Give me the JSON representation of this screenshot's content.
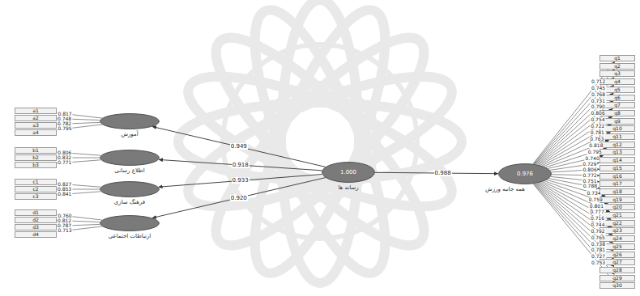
{
  "diagram": {
    "nodes": [
      {
        "text": [
          "آموزش"
        ]
      },
      {
        "text": [
          "اطلاع رسانی"
        ]
      },
      {
        "text": [
          "فرهنگ سازی"
        ]
      },
      {
        "text": [
          "ارتباطات اجتماعی"
        ]
      },
      {
        "text": [
          "1.000",
          "رسانه ها"
        ]
      },
      {
        "text": [
          "0.976",
          "همه جانبه ورزش"
        ]
      },
      {
        "text": [
          "a1"
        ]
      },
      {
        "text": [
          "a2"
        ]
      },
      {
        "text": [
          "a3"
        ]
      },
      {
        "text": [
          "a4"
        ]
      },
      {
        "text": [
          "b1"
        ]
      },
      {
        "text": [
          "b2"
        ]
      },
      {
        "text": [
          "b3"
        ]
      },
      {
        "text": [
          "c1"
        ]
      },
      {
        "text": [
          "c2"
        ]
      },
      {
        "text": [
          "c3"
        ]
      },
      {
        "text": [
          "d1"
        ]
      },
      {
        "text": [
          "d2"
        ]
      },
      {
        "text": [
          "d3"
        ]
      },
      {
        "text": [
          "d4"
        ]
      },
      {
        "text": [
          "q1"
        ]
      },
      {
        "text": [
          "q2"
        ]
      },
      {
        "text": [
          "q3"
        ]
      },
      {
        "text": [
          "q4"
        ]
      },
      {
        "text": [
          "q5"
        ]
      },
      {
        "text": [
          "q6"
        ]
      },
      {
        "text": [
          "q7"
        ]
      },
      {
        "text": [
          "q8"
        ]
      },
      {
        "text": [
          "q9"
        ]
      },
      {
        "text": [
          "q10"
        ]
      },
      {
        "text": [
          "q11"
        ]
      },
      {
        "text": [
          "q12"
        ]
      },
      {
        "text": [
          "q13"
        ]
      },
      {
        "text": [
          "q14"
        ]
      },
      {
        "text": [
          "q15"
        ]
      },
      {
        "text": [
          "q16"
        ]
      },
      {
        "text": [
          "q17"
        ]
      },
      {
        "text": [
          "q18"
        ]
      },
      {
        "text": [
          "q19"
        ]
      },
      {
        "text": [
          "q20"
        ]
      },
      {
        "text": [
          "q21"
        ]
      },
      {
        "text": [
          "q22"
        ]
      },
      {
        "text": [
          "q23"
        ]
      },
      {
        "text": [
          "q24"
        ]
      },
      {
        "text": [
          "q25"
        ]
      },
      {
        "text": [
          "q26"
        ]
      },
      {
        "text": [
          "q27"
        ]
      },
      {
        "text": [
          "q28"
        ]
      },
      {
        "text": [
          "q29"
        ]
      },
      {
        "text": [
          "q30"
        ]
      }
    ],
    "edges": [
      {
        "from": 4,
        "to": 0,
        "arrow": "to",
        "label": "0.949"
      },
      {
        "from": 4,
        "to": 1,
        "arrow": "to",
        "label": "0.918"
      },
      {
        "from": 4,
        "to": 2,
        "arrow": "to",
        "label": "0.933"
      },
      {
        "from": 4,
        "to": 3,
        "arrow": "to",
        "label": "0.920"
      },
      {
        "from": 4,
        "to": 5,
        "arrow": "to",
        "label": "0.988"
      },
      {
        "from": 0,
        "to": 6,
        "arrow": "to",
        "label": "0.817"
      },
      {
        "from": 0,
        "to": 7,
        "arrow": "to",
        "label": "0.748"
      },
      {
        "from": 0,
        "to": 8,
        "arrow": "to",
        "label": "0.782"
      },
      {
        "from": 0,
        "to": 9,
        "arrow": "to",
        "label": "0.795"
      },
      {
        "from": 1,
        "to": 10,
        "arrow": "to",
        "label": "0.806"
      },
      {
        "from": 1,
        "to": 11,
        "arrow": "to",
        "label": "0.832"
      },
      {
        "from": 1,
        "to": 12,
        "arrow": "to",
        "label": "0.771"
      },
      {
        "from": 2,
        "to": 13,
        "arrow": "to",
        "label": "0.827"
      },
      {
        "from": 2,
        "to": 14,
        "arrow": "to",
        "label": "0.853"
      },
      {
        "from": 2,
        "to": 15,
        "arrow": "to",
        "label": "0.841"
      },
      {
        "from": 3,
        "to": 16,
        "arrow": "to",
        "label": "0.760"
      },
      {
        "from": 3,
        "to": 17,
        "arrow": "to",
        "label": "0.812"
      },
      {
        "from": 3,
        "to": 18,
        "arrow": "to",
        "label": "0.787"
      },
      {
        "from": 3,
        "to": 19,
        "arrow": "to",
        "label": "0.713"
      },
      {
        "from": 5,
        "to": 20,
        "arrow": "to",
        "label": "0.712"
      },
      {
        "from": 5,
        "to": 21,
        "arrow": "to",
        "label": "0.745"
      },
      {
        "from": 5,
        "to": 22,
        "arrow": "to",
        "label": "0.768"
      },
      {
        "from": 5,
        "to": 23,
        "arrow": "to",
        "label": "0.731"
      },
      {
        "from": 5,
        "to": 24,
        "arrow": "to",
        "label": "0.790"
      },
      {
        "from": 5,
        "to": 25,
        "arrow": "to",
        "label": "0.806"
      },
      {
        "from": 5,
        "to": 26,
        "arrow": "to",
        "label": "0.754"
      },
      {
        "from": 5,
        "to": 27,
        "arrow": "to",
        "label": "0.722"
      },
      {
        "from": 5,
        "to": 28,
        "arrow": "to",
        "label": "0.781"
      },
      {
        "from": 5,
        "to": 29,
        "arrow": "to",
        "label": "0.763"
      },
      {
        "from": 5,
        "to": 30,
        "arrow": "to",
        "label": "0.818"
      },
      {
        "from": 5,
        "to": 31,
        "arrow": "to",
        "label": "0.795"
      },
      {
        "from": 5,
        "to": 32,
        "arrow": "to",
        "label": "0.740"
      },
      {
        "from": 5,
        "to": 33,
        "arrow": "to",
        "label": "0.729"
      },
      {
        "from": 5,
        "to": 34,
        "arrow": "to",
        "label": "0.806"
      },
      {
        "from": 5,
        "to": 35,
        "arrow": "to",
        "label": "0.772"
      },
      {
        "from": 5,
        "to": 36,
        "arrow": "to",
        "label": "0.751"
      },
      {
        "from": 5,
        "to": 37,
        "arrow": "to",
        "label": "0.788"
      },
      {
        "from": 5,
        "to": 38,
        "arrow": "to",
        "label": "0.734"
      },
      {
        "from": 5,
        "to": 39,
        "arrow": "to",
        "label": "0.759"
      },
      {
        "from": 5,
        "to": 40,
        "arrow": "to",
        "label": "0.801"
      },
      {
        "from": 5,
        "to": 41,
        "arrow": "to",
        "label": "0.777"
      },
      {
        "from": 5,
        "to": 42,
        "arrow": "to",
        "label": "0.716"
      },
      {
        "from": 5,
        "to": 43,
        "arrow": "to",
        "label": "0.744"
      },
      {
        "from": 5,
        "to": 44,
        "arrow": "to",
        "label": "0.792"
      },
      {
        "from": 5,
        "to": 45,
        "arrow": "to",
        "label": "0.765"
      },
      {
        "from": 5,
        "to": 46,
        "arrow": "to",
        "label": "0.738"
      },
      {
        "from": 5,
        "to": 47,
        "arrow": "to",
        "label": "0.781"
      },
      {
        "from": 5,
        "to": 48,
        "arrow": "to",
        "label": "0.727"
      },
      {
        "from": 5,
        "to": 49,
        "arrow": "to",
        "label": "0.753"
      }
    ]
  }
}
